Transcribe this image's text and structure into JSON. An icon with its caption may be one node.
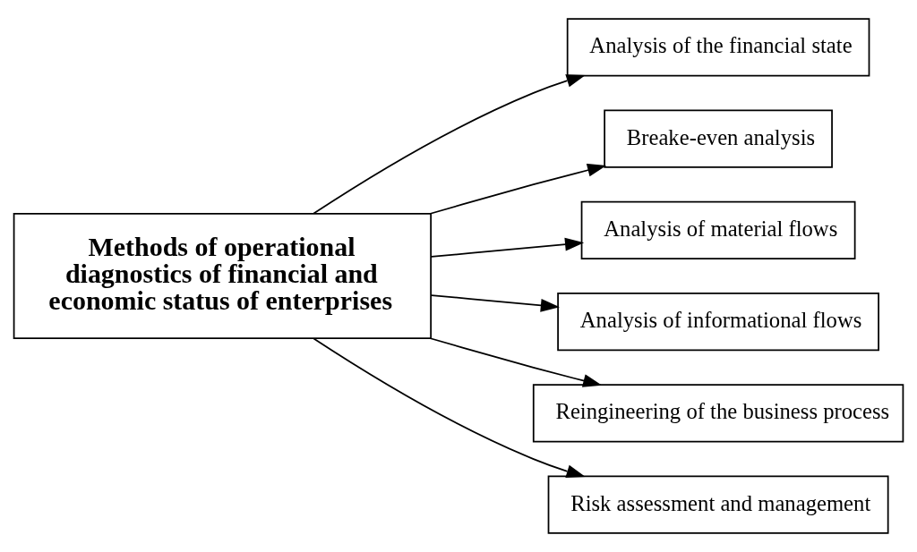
{
  "diagram": {
    "nodes": [
      {
        "text": [
          "Methods of operational diagnostics of financial and economic status of enterprises"
        ]
      },
      {
        "text": [
          "Analysis of the financial state"
        ]
      },
      {
        "text": [
          "Breake-even analysis"
        ]
      },
      {
        "text": [
          "Analysis of material flows"
        ]
      },
      {
        "text": [
          "Analysis of informational flows"
        ]
      },
      {
        "text": [
          "Reingineering of the business process"
        ]
      },
      {
        "text": [
          "Risk assessment and management"
        ]
      }
    ],
    "edges": [
      {
        "from": 0,
        "to": 1,
        "arrow": "to"
      },
      {
        "from": 0,
        "to": 2,
        "arrow": "to"
      },
      {
        "from": 0,
        "to": 3,
        "arrow": "to"
      },
      {
        "from": 0,
        "to": 4,
        "arrow": "to"
      },
      {
        "from": 0,
        "to": 5,
        "arrow": "to"
      },
      {
        "from": 0,
        "to": 6,
        "arrow": "to"
      }
    ]
  }
}
